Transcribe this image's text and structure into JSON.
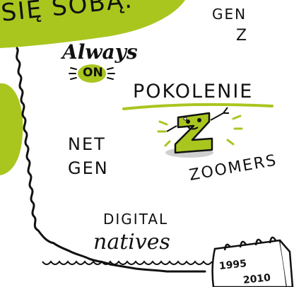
{
  "texts": {
    "banner": "SIĘ SOBĄ:",
    "gen_z_line1": "GEN",
    "gen_z_line2": "Z",
    "always": "Always",
    "on": "ON",
    "pokolenie": "POKOLENIE",
    "net_gen_line1": "NET",
    "net_gen_line2": "GEN",
    "zoomers": "ZOOMERS",
    "digital": "DIGITAL",
    "natives": "natives",
    "year_start": "1995",
    "year_end": "2010"
  },
  "colors": {
    "accent_green": "#a9c61f",
    "ink": "#111111",
    "background": "#ffffff"
  },
  "icons": [
    "z-mascot-icon",
    "calendar-icon"
  ]
}
